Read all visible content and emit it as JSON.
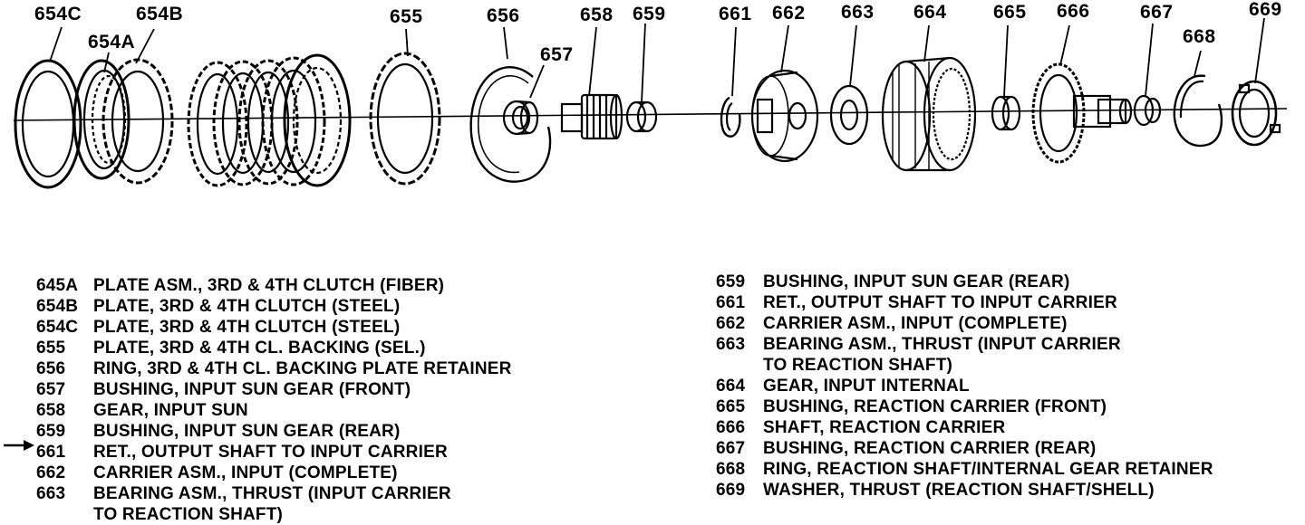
{
  "callouts": {
    "c654C": "654C",
    "c654B": "654B",
    "c654A": "654A",
    "c655": "655",
    "c656": "656",
    "c657": "657",
    "c658": "658",
    "c659": "659",
    "c661": "661",
    "c662": "662",
    "c663": "663",
    "c664": "664",
    "c665": "665",
    "c666": "666",
    "c667": "667",
    "c668": "668",
    "c669": "669"
  },
  "legend_left": [
    {
      "code": "645A",
      "desc": "PLATE ASM., 3RD & 4TH CLUTCH (FIBER)"
    },
    {
      "code": "654B",
      "desc": "PLATE, 3RD & 4TH CLUTCH (STEEL)"
    },
    {
      "code": "654C",
      "desc": "PLATE, 3RD & 4TH CLUTCH (STEEL)"
    },
    {
      "code": "655",
      "desc": "PLATE, 3RD & 4TH CL. BACKING (SEL.)"
    },
    {
      "code": "656",
      "desc": "RING, 3RD & 4TH CL. BACKING PLATE RETAINER"
    },
    {
      "code": "657",
      "desc": "BUSHING, INPUT SUN GEAR (FRONT)"
    },
    {
      "code": "658",
      "desc": "GEAR, INPUT SUN"
    },
    {
      "code": "659",
      "desc": "BUSHING, INPUT SUN GEAR (REAR)"
    },
    {
      "code": "661",
      "desc": "RET., OUTPUT SHAFT TO INPUT CARRIER"
    },
    {
      "code": "662",
      "desc": "CARRIER ASM., INPUT (COMPLETE)"
    },
    {
      "code": "663",
      "desc": "BEARING ASM., THRUST (INPUT CARRIER"
    },
    {
      "code": "",
      "desc": "TO REACTION SHAFT)"
    }
  ],
  "legend_right": [
    {
      "code": "659",
      "desc": "BUSHING, INPUT SUN GEAR (REAR)"
    },
    {
      "code": "661",
      "desc": "RET., OUTPUT SHAFT TO INPUT CARRIER"
    },
    {
      "code": "662",
      "desc": "CARRIER ASM., INPUT (COMPLETE)"
    },
    {
      "code": "663",
      "desc": "BEARING ASM., THRUST (INPUT CARRIER"
    },
    {
      "code": "",
      "desc": "TO REACTION SHAFT)"
    },
    {
      "code": "664",
      "desc": "GEAR, INPUT INTERNAL"
    },
    {
      "code": "665",
      "desc": "BUSHING, REACTION CARRIER (FRONT)"
    },
    {
      "code": "666",
      "desc": "SHAFT, REACTION CARRIER"
    },
    {
      "code": "667",
      "desc": "BUSHING, REACTION CARRIER (REAR)"
    },
    {
      "code": "668",
      "desc": "RING, REACTION SHAFT/INTERNAL GEAR RETAINER"
    },
    {
      "code": "669",
      "desc": "WASHER, THRUST (REACTION SHAFT/SHELL)"
    }
  ],
  "highlight": {
    "arrow_item": "661",
    "color": "#000000"
  }
}
